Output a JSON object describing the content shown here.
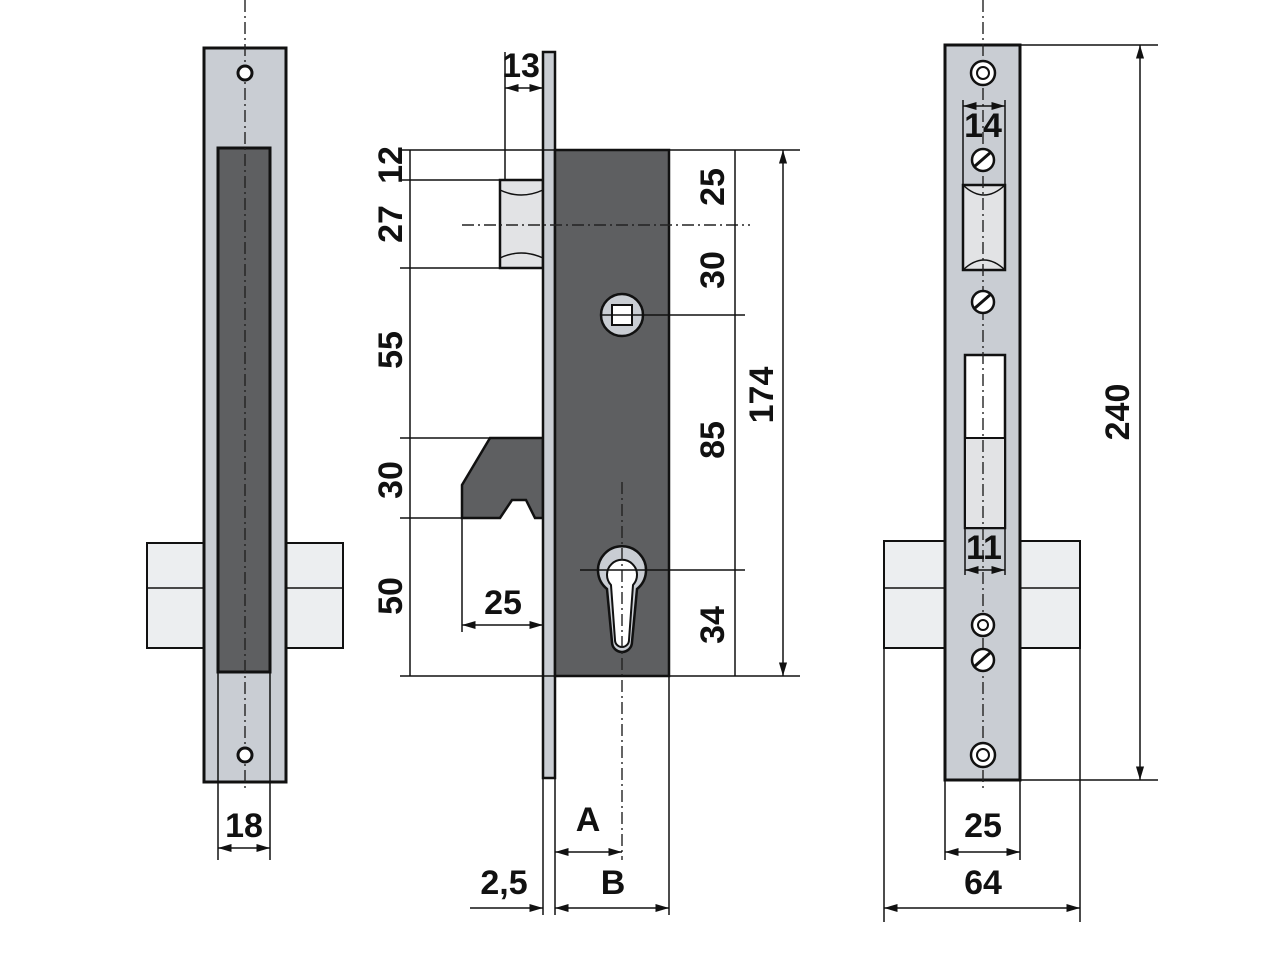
{
  "title": "Mortise lock dimensional drawing",
  "colors": {
    "plate": "#c9cdd3",
    "body": "#5e5f61",
    "bolt": "#e2e3e5",
    "line": "#111111"
  },
  "left_view": {
    "width_label": "18"
  },
  "front_view": {
    "backset_top_label": "13",
    "left_dims": [
      "12",
      "27",
      "55",
      "30",
      "50"
    ],
    "right_dims": [
      "25",
      "30",
      "85",
      "34"
    ],
    "height_label": "174",
    "hook_label": "25",
    "faceplate_label": "2,5",
    "a_label": "A",
    "b_label": "B"
  },
  "right_view": {
    "latch_width_label": "14",
    "bolt_width_label": "11",
    "plate_width_label": "25",
    "cylinder_width_label": "64",
    "height_label": "240"
  }
}
